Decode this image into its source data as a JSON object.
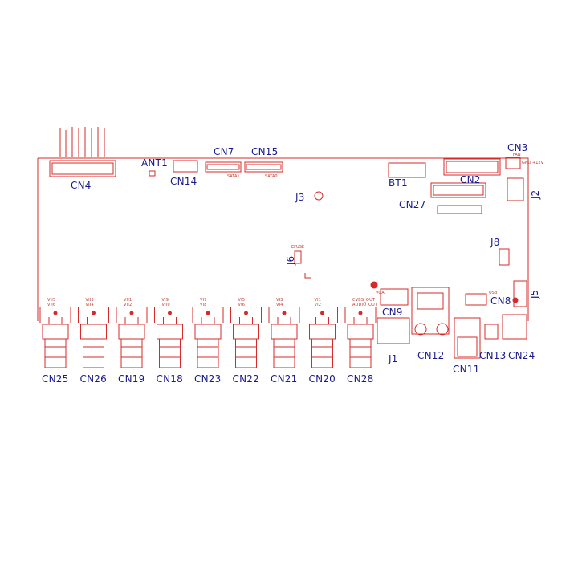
{
  "accent_color": "#d62a2a",
  "label_color": "#1a1a8c",
  "top_components": {
    "cn4": "CN4",
    "ant1": "ANT1",
    "cn14": "CN14",
    "cn7": "CN7",
    "cn15": "CN15",
    "sata1": "SATA1",
    "sata0": "SATA0",
    "bt1": "BT1",
    "cn2": "CN2",
    "cn3": "CN3",
    "fan": "FAN",
    "gnd_12v": "GND +12V",
    "j2": "J2",
    "cn27": "CN27",
    "j3": "J3"
  },
  "middle_components": {
    "j6": "J6",
    "efuse": "EFUSE",
    "j8": "J8",
    "j5": "J5"
  },
  "right_components": {
    "cn9": "CN9",
    "vga": "VGA",
    "cn8": "CN8",
    "usb": "USB",
    "j1": "J1",
    "cn12": "CN12",
    "cn11": "CN11",
    "cn13": "CN13",
    "cn24": "CN24"
  },
  "bnc_connectors": [
    {
      "name": "CN25",
      "signals": [
        "VII5",
        "VII6"
      ]
    },
    {
      "name": "CN26",
      "signals": [
        "VII3",
        "VII4"
      ]
    },
    {
      "name": "CN19",
      "signals": [
        "VII1",
        "VII2"
      ]
    },
    {
      "name": "CN18",
      "signals": [
        "VI9",
        "VII0"
      ]
    },
    {
      "name": "CN23",
      "signals": [
        "VI7",
        "VI8"
      ]
    },
    {
      "name": "CN22",
      "signals": [
        "VI5",
        "VI6"
      ]
    },
    {
      "name": "CN21",
      "signals": [
        "VI3",
        "VI4"
      ]
    },
    {
      "name": "CN20",
      "signals": [
        "VI1",
        "VI2"
      ]
    },
    {
      "name": "CN28",
      "signals": [
        "CVBS_OUT",
        "AUDIO_OUT"
      ]
    }
  ]
}
